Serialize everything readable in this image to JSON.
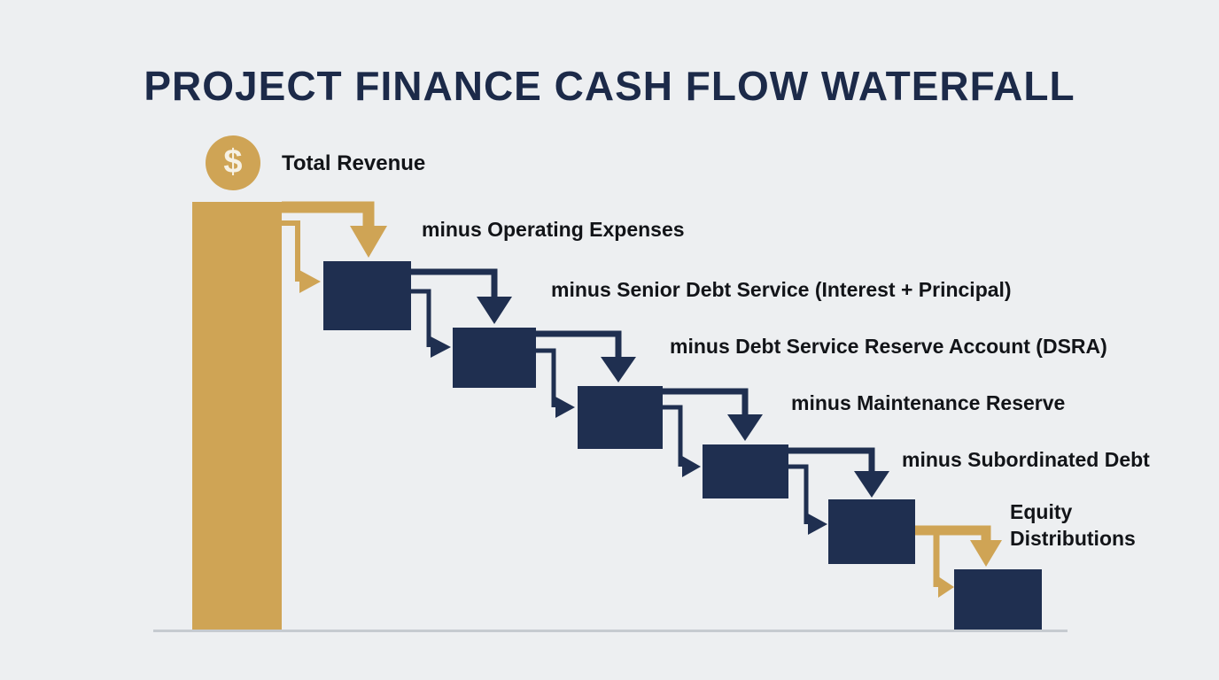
{
  "title": "PROJECT FINANCE CASH FLOW WATERFALL",
  "revenue": {
    "label": "Total Revenue",
    "currency_symbol": "$"
  },
  "steps": [
    {
      "label": "minus Operating Expenses"
    },
    {
      "label": "minus Senior Debt Service (Interest + Principal)"
    },
    {
      "label": "minus Debt Service Reserve Account (DSRA)"
    },
    {
      "label": "minus Maintenance Reserve"
    },
    {
      "label": "minus Subordinated Debt"
    },
    {
      "label": "Equity Distributions"
    }
  ],
  "colors": {
    "background": "#edeff1",
    "navy": "#1f2f50",
    "gold": "#cfa455",
    "title": "#1c2a49",
    "label_text": "#121418",
    "baseline": "#c6cbd0",
    "dollar_glyph": "#f6f1e4"
  }
}
